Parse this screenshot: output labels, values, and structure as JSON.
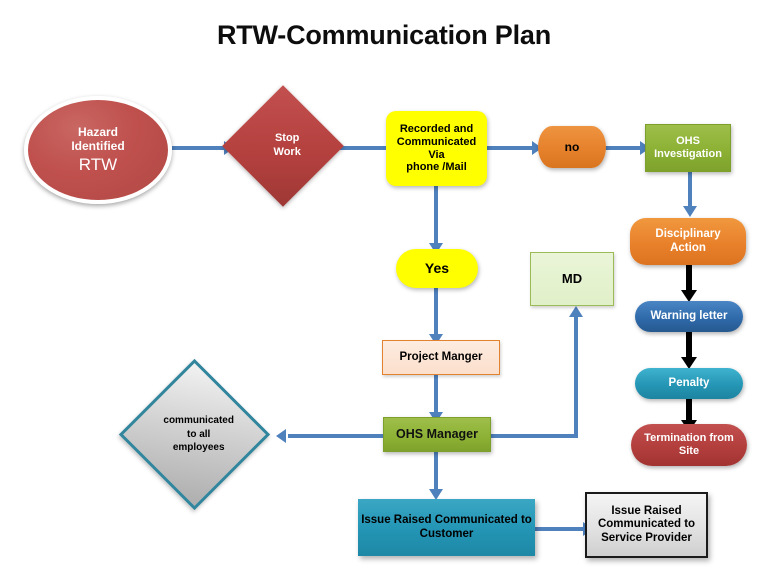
{
  "diagram": {
    "title": "RTW-Communication Plan",
    "type": "flowchart"
  },
  "nodes": {
    "start": {
      "line1": "Hazard",
      "line2": "Identified",
      "line3": "RTW",
      "shape": "ellipse",
      "color": "#c0504d"
    },
    "stop_work": {
      "line1": "Stop",
      "line2": "Work",
      "shape": "diamond",
      "color": "#b5413f"
    },
    "recorded": {
      "line1": "Recorded and",
      "line2": "Communicated",
      "line3": "Via",
      "line4": "phone /Mail",
      "shape": "rounded-rect",
      "color": "#ffff00"
    },
    "no": {
      "label": "no",
      "shape": "flexible-pill",
      "color": "#e6812c"
    },
    "ohs_investigation": {
      "line1": "OHS",
      "line2": "Investigation",
      "shape": "rect",
      "color": "#8cb134"
    },
    "disciplinary_action": {
      "line1": "Disciplinary",
      "line2": "Action",
      "shape": "rounded-rect",
      "color": "#e9812b"
    },
    "warning_letter": {
      "label": "Warning letter",
      "shape": "pill",
      "color": "#2f6aab"
    },
    "penalty": {
      "label": "Penalty",
      "shape": "pill",
      "color": "#2596b5"
    },
    "termination": {
      "line1": "Termination from",
      "line2": "Site",
      "shape": "pill",
      "color": "#b33f3d"
    },
    "yes": {
      "label": "Yes",
      "shape": "pill",
      "color": "#ffff00"
    },
    "project_manager": {
      "label": "Project Manger",
      "shape": "rect",
      "color": "#fbdfcc"
    },
    "md": {
      "label": "MD",
      "shape": "rect",
      "color": "#e0f0c8"
    },
    "ohs_manager": {
      "label": "OHS  Manager",
      "shape": "rect",
      "color": "#8cb134"
    },
    "communicated_all": {
      "line1": "communicated",
      "line2": "to all",
      "line3": "employees",
      "shape": "diamond",
      "color": "#d2d2d2"
    },
    "issue_customer": {
      "line1": "Issue Raised Communicated to",
      "line2": "Customer",
      "shape": "rect",
      "color": "#2496b6"
    },
    "issue_service_provider": {
      "line1": "Issue Raised",
      "line2": "Communicated to",
      "line3": "Service Provider",
      "shape": "rect",
      "color": "#e2e2e2"
    }
  },
  "connectors": {
    "arrow_color_blue": "#4f81bd",
    "arrow_color_black": "#000000"
  }
}
